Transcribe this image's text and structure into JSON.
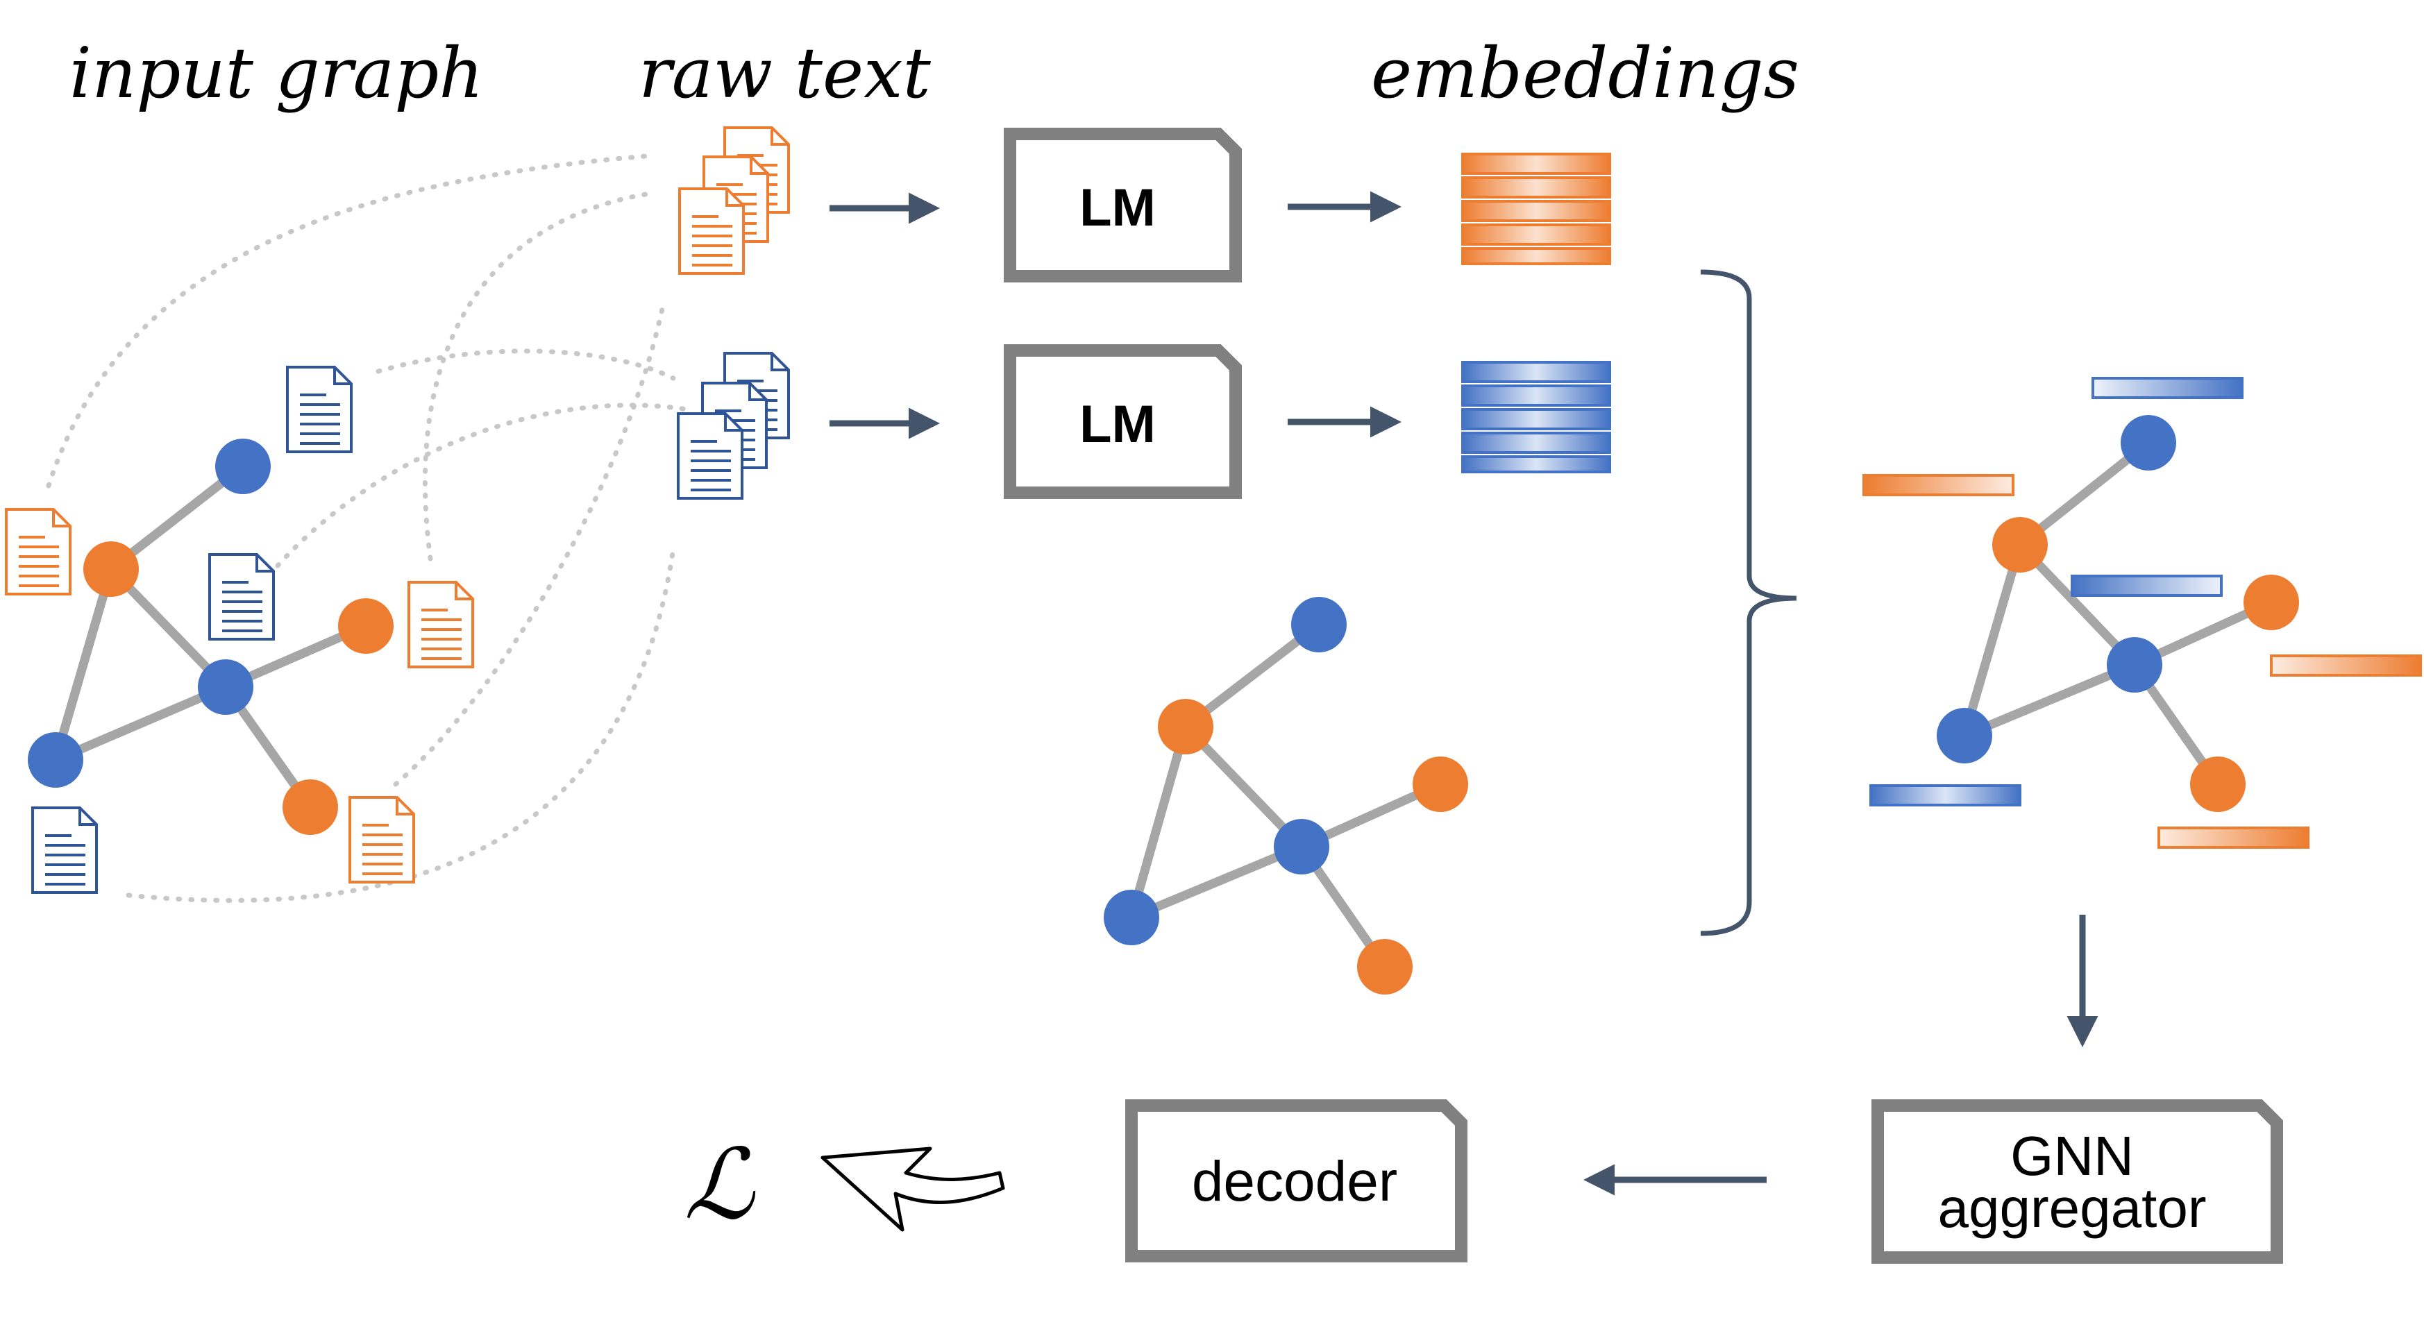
{
  "labels": {
    "input_graph": "input graph",
    "raw_text": "raw text",
    "embeddings": "embeddings",
    "loss": "ℒ"
  },
  "boxes": {
    "lm_top": "LM",
    "lm_bottom": "LM",
    "decoder": "decoder",
    "gnn_line1": "GNN",
    "gnn_line2": "aggregator"
  },
  "colors": {
    "orange": "#ed7d31",
    "blue": "#4472c4",
    "edge": "#a6a6a6",
    "arrow": "#44546a",
    "box_border": "#808080"
  },
  "icons": {
    "document": "document-icon",
    "document_stack": "document-stack-icon",
    "embedding_bar": "embedding-bar",
    "arrow": "arrow-icon",
    "brace": "right-brace",
    "curved_arrow": "curved-arrow-icon"
  }
}
